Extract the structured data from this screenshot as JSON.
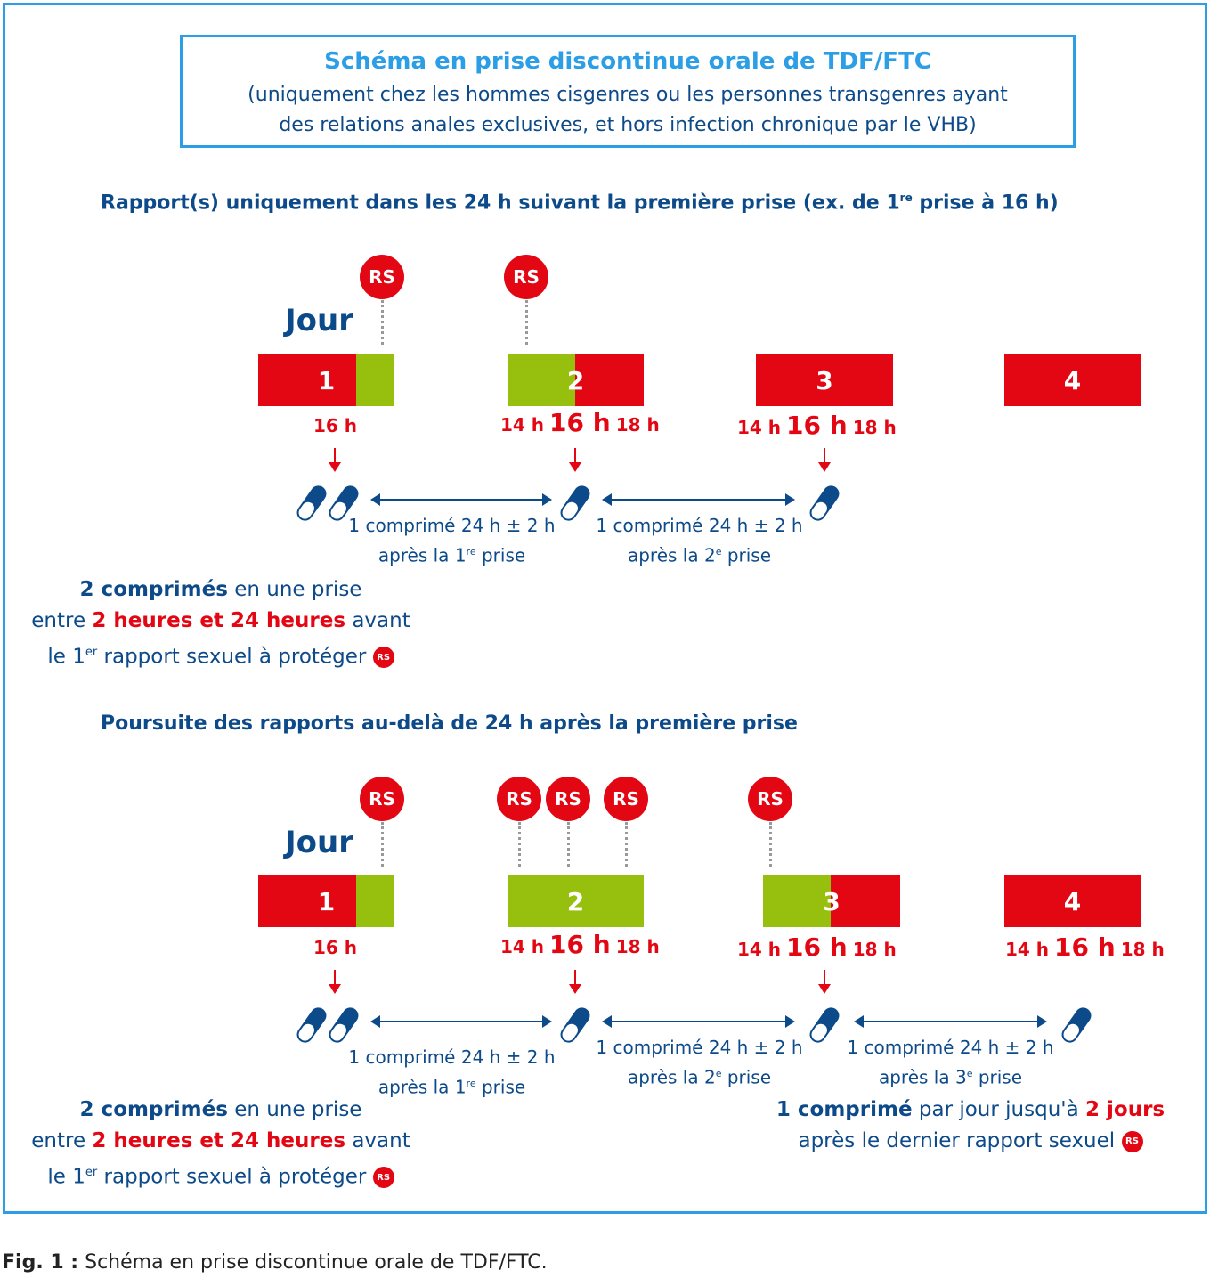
{
  "header": {
    "title": "Schéma en prise discontinue orale de TDF/FTC",
    "subtitle_line1": "(uniquement chez les hommes cisgenres ou les personnes transgenres ayant",
    "subtitle_line2": "des relations anales exclusives, et hors infection chronique par le VHB)"
  },
  "colors": {
    "frame": "#2b9ee6",
    "navy": "#0d4a8a",
    "red": "#e30613",
    "green": "#97bf0d"
  },
  "common": {
    "jour": "Jour",
    "rs": "RS",
    "days": [
      "1",
      "2",
      "3",
      "4"
    ],
    "time_first": "16 h",
    "time_small_before": "14 h",
    "time_big": "16 h",
    "time_small_after": "18 h",
    "pill_icon": "pill-icon",
    "interval_text": "1 comprimé 24 h ± 2 h",
    "after_prefix": "après la ",
    "first_num": "1",
    "first_sup": "re",
    "second_num": "2",
    "second_sup": "e",
    "third_num": "3",
    "third_sup": "e",
    "after_suffix": " prise"
  },
  "section1": {
    "title_pre": "Rapport(s) uniquement dans les 24 h suivant la première prise (ex. de 1",
    "title_sup": "re",
    "title_post": " prise à 16 h)"
  },
  "section2": {
    "title": "Poursuite des rapports au-delà de 24 h après la première prise"
  },
  "instructions_start": {
    "bold": "2 comprimés",
    "t1": " en une prise",
    "t2": "entre ",
    "hl": "2 heures et 24 heures",
    "t3": " avant",
    "t4": "le 1",
    "sup": "er",
    "t5": " rapport sexuel à protéger"
  },
  "instructions_end": {
    "bold": "1 comprimé",
    "t1": " par jour jusqu'à ",
    "hl": "2 jours",
    "t2": "après le dernier rapport sexuel"
  },
  "caption": {
    "label": "Fig. 1 :",
    "text": " Schéma en prise discontinue orale de TDF/FTC."
  }
}
